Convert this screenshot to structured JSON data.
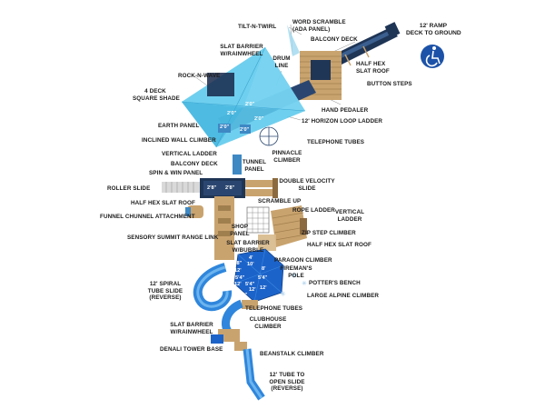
{
  "labels": {
    "tilt_n_twirl": "TILT-N-TWIRL",
    "word_scramble": "WORD SCRAMBLE\n(ADA PANEL)",
    "ramp": "12' RAMP\nDECK TO GROUND",
    "balcony_deck_top": "BALCONY DECK",
    "slat_barrier_top": "SLAT BARRIER\nW/RAINWHEEL",
    "drum_line": "DRUM\nLINE",
    "half_hex_top": "HALF HEX\nSLAT ROOF",
    "rock_n_wave": "ROCK-N-WAVE",
    "button_steps": "BUTTON STEPS",
    "square_shade": "4 DECK\nSQUARE SHADE",
    "hand_pedaler": "HAND PEDALER",
    "horizon_ladder": "12' HORIZON LOOP LADDER",
    "earth_panel": "EARTH PANEL",
    "inclined_wall": "INCLINED WALL CLIMBER",
    "telephone_tubes_top": "TELEPHONE TUBES",
    "vertical_ladder_left": "VERTICAL LADDER",
    "pinnacle": "PINNACLE\nCLIMBER",
    "balcony_deck_mid": "BALCONY DECK",
    "tunnel_panel": "TUNNEL\nPANEL",
    "spin_win": "SPIN & WIN PANEL",
    "double_velocity": "DOUBLE VELOCITY\nSLIDE",
    "roller_slide": "ROLLER SLIDE",
    "scramble_up": "SCRAMBLE UP",
    "half_hex_left": "HALF HEX SLAT ROOF",
    "rope_ladder": "ROPE LADDER",
    "vertical_ladder_right": "VERTICAL\nLADDER",
    "funnel_chunnel": "FUNNEL CHUNNEL ATTACHMENT",
    "shop_panel": "SHOP\nPANEL",
    "zip_step": "ZIP STEP CLIMBER",
    "sensory_summit": "SENSORY SUMMIT RANGE LINK",
    "slat_barrier_bubble": "SLAT BARRIER\nW/BUBBLE",
    "half_hex_right": "HALF HEX SLAT ROOF",
    "paragon": "PARAGON CLIMBER",
    "firemans_pole": "FIREMAN'S\nPOLE",
    "spiral_slide": "12' SPIRAL\nTUBE SLIDE\n(REVERSE)",
    "potters_bench": "POTTER'S BENCH",
    "large_alpine": "LARGE ALPINE CLIMBER",
    "telephone_tubes_bottom": "TELEPHONE TUBES",
    "clubhouse": "CLUBHOUSE\nCLIMBER",
    "slat_barrier_bottom": "SLAT BARRIER\nW/RAINWHEEL",
    "denali": "DENALI TOWER BASE",
    "beanstalk": "BEANSTALK CLIMBER",
    "tube_to_open": "12' TUBE TO\nOPEN SLIDE\n(REVERSE)"
  },
  "deck_heights": {
    "shade_a": "2'0\"",
    "shade_b": "2'0\"",
    "shade_c": "2'0\"",
    "shade_d": "2'0\"",
    "shade_e": "2'0\"",
    "mid_a": "2'8\"",
    "mid_b": "2'8\"",
    "hex_a": "4'8\"",
    "hex_b": "4'",
    "hex_c": "10'",
    "hex_d": "12'",
    "hex_e": "8'",
    "hex_f": "5'4\"",
    "hex_g": "5'4\"",
    "hex_h": "12'",
    "hex_i": "5'4\"",
    "hex_j": "12'",
    "hex_k": "5'4\"",
    "hex_l": "12'"
  },
  "colors": {
    "shade_blue": "#5bc8ec",
    "deck_navy": "#233b63",
    "deck_blue": "#2a6fd1",
    "wood_tan": "#c9a36e",
    "slide_blue": "#2f86dc",
    "ada_badge": "#1c52a8"
  },
  "icons": {
    "ada": "wheelchair-accessible-icon"
  }
}
